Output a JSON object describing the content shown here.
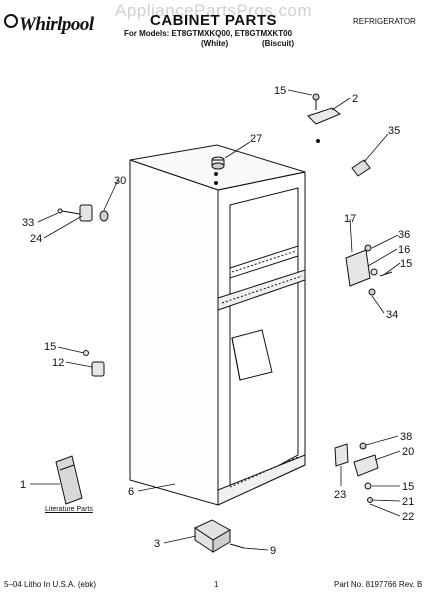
{
  "header": {
    "brand": "Whirlpool",
    "watermark": "AppliancePartsPros.com",
    "title": "CABINET PARTS",
    "models_line": "For Models: ET8GTMXKQ00, ET8GTMXKT00",
    "color_white": "(White)",
    "color_biscuit": "(Biscuit)",
    "category": "REFRIGERATOR"
  },
  "diagram": {
    "literature_label": "Literature Parts",
    "callouts": [
      "15",
      "2",
      "27",
      "35",
      "30",
      "33",
      "24",
      "17",
      "36",
      "16",
      "15",
      "34",
      "15",
      "12",
      "38",
      "20",
      "15",
      "21",
      "22",
      "23",
      "1",
      "6",
      "3",
      "9"
    ]
  },
  "footer": {
    "left": "5–04 Litho In U.S.A. (ebk)",
    "center": "1",
    "right": "Part No. 8197766 Rev. B"
  }
}
